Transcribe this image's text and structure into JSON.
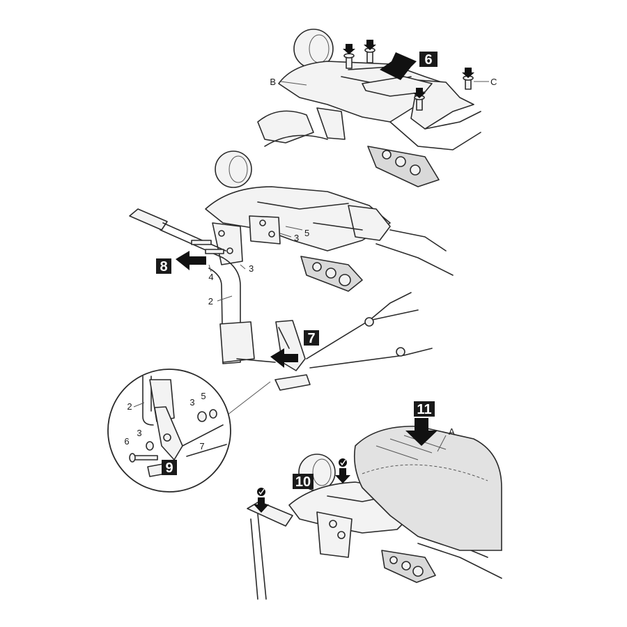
{
  "steps": {
    "s6": "6",
    "s7": "7",
    "s8": "8",
    "s9": "9",
    "s10": "10",
    "s11": "11"
  },
  "callouts": {
    "A": "A",
    "B": "B",
    "C": "C",
    "n2_main": "2",
    "n3_main_a": "3",
    "n3_main_b": "3",
    "n4_main": "4",
    "n5_main": "5",
    "n2_detail": "2",
    "n3_detail_a": "3",
    "n3_detail_b": "3",
    "n5_detail": "5",
    "n6_detail": "6",
    "n7_detail": "7"
  }
}
